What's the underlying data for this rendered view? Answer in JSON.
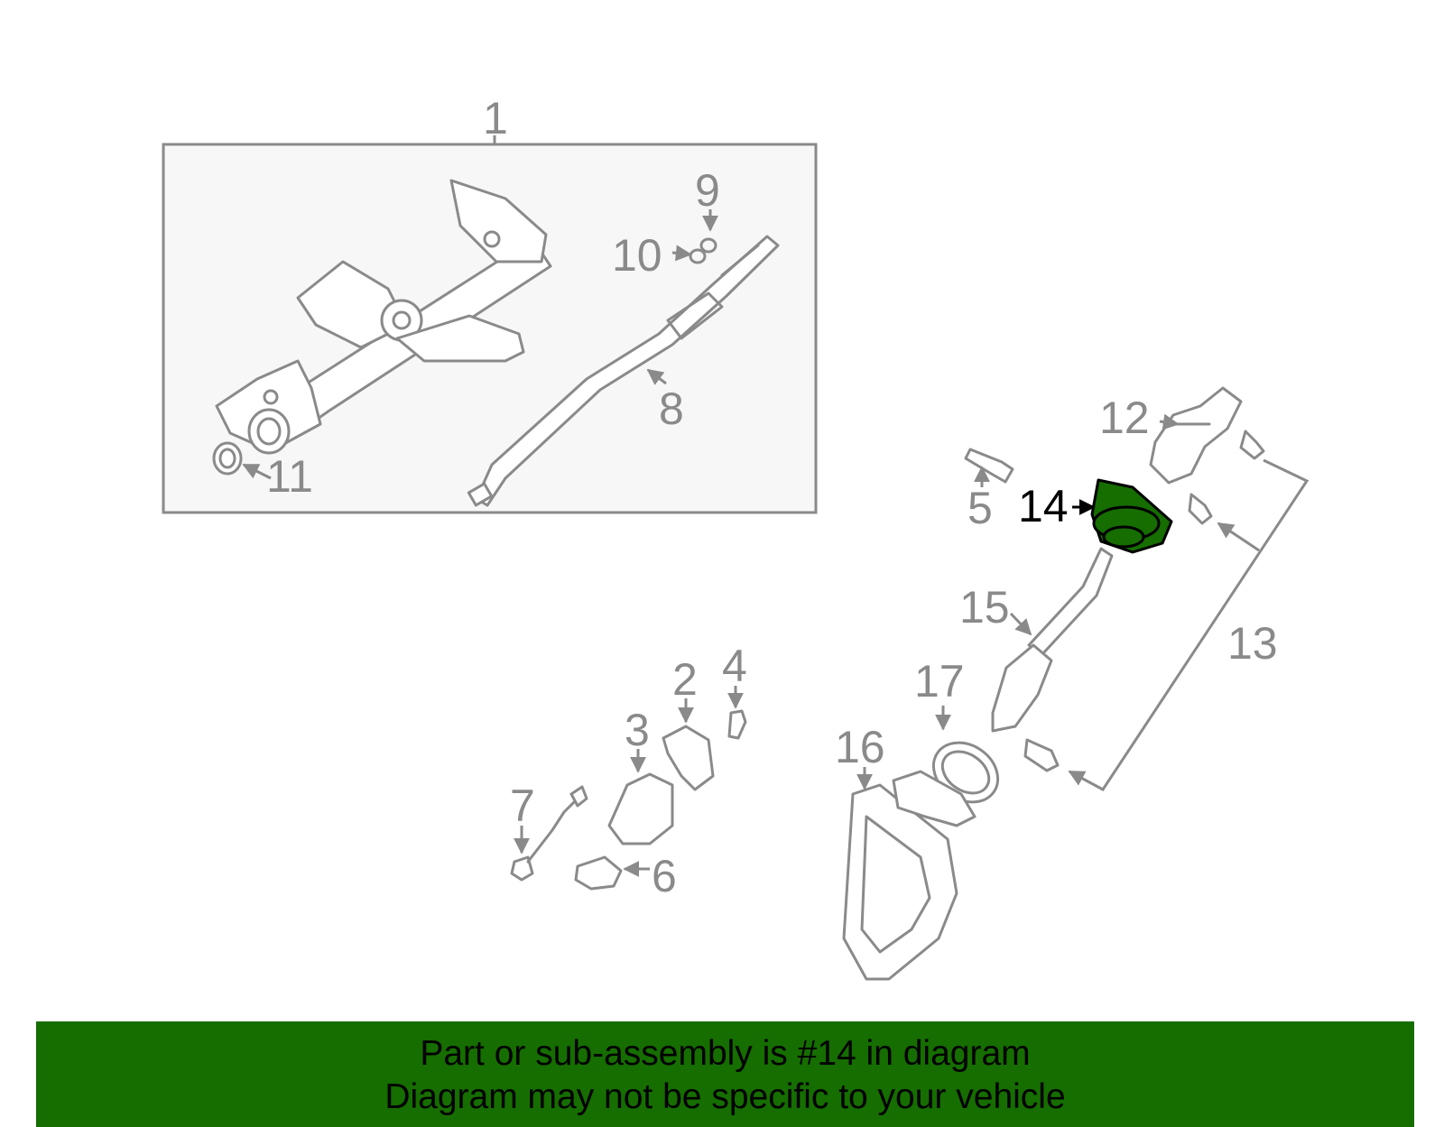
{
  "colors": {
    "line": "#8a8a8a",
    "highlight": "#166d00",
    "banner": "#166d00",
    "subassembly_box_bg": "#f7f7f7"
  },
  "callouts": [
    {
      "id": "1",
      "label": "1"
    },
    {
      "id": "2",
      "label": "2"
    },
    {
      "id": "3",
      "label": "3"
    },
    {
      "id": "4",
      "label": "4"
    },
    {
      "id": "5",
      "label": "5"
    },
    {
      "id": "6",
      "label": "6"
    },
    {
      "id": "7",
      "label": "7"
    },
    {
      "id": "8",
      "label": "8"
    },
    {
      "id": "9",
      "label": "9"
    },
    {
      "id": "10",
      "label": "10"
    },
    {
      "id": "11",
      "label": "11"
    },
    {
      "id": "12",
      "label": "12"
    },
    {
      "id": "13",
      "label": "13"
    },
    {
      "id": "14",
      "label": "14",
      "highlighted": true
    },
    {
      "id": "15",
      "label": "15"
    },
    {
      "id": "16",
      "label": "16"
    },
    {
      "id": "17",
      "label": "17"
    }
  ],
  "banner": {
    "line1": "Part or sub-assembly is #14 in diagram",
    "line2": "Diagram may not be specific to your vehicle"
  }
}
